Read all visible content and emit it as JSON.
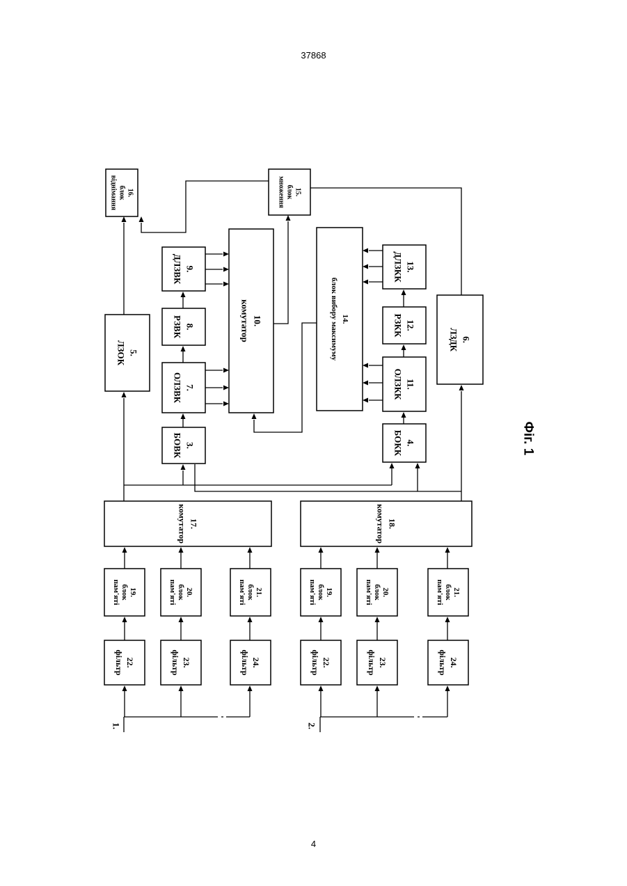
{
  "page_header": "37868",
  "page_footer": "4",
  "figure_caption": "Фіг. 1",
  "inputs": {
    "in1": "1.",
    "in2": "2."
  },
  "blocks": {
    "b16": {
      "num": "16.",
      "lines": [
        "блок",
        "віднімання"
      ]
    },
    "b15": {
      "num": "15.",
      "lines": [
        "блок",
        "множення"
      ]
    },
    "b5": {
      "num": "5.",
      "lines": [
        "ЛЗОК"
      ]
    },
    "b9": {
      "num": "9.",
      "lines": [
        "ДЛЗВК"
      ]
    },
    "b8": {
      "num": "8.",
      "lines": [
        "РЗВК"
      ]
    },
    "b7": {
      "num": "7.",
      "lines": [
        "ОЛЗВК"
      ]
    },
    "b3": {
      "num": "3.",
      "lines": [
        "БОВК"
      ]
    },
    "b10": {
      "num": "10.",
      "lines": [
        "комутатор"
      ]
    },
    "b14": {
      "num": "14.",
      "lines": [
        "блок вибору максимуму"
      ]
    },
    "b13": {
      "num": "13.",
      "lines": [
        "ДЛЗКК"
      ]
    },
    "b12": {
      "num": "12.",
      "lines": [
        "РЗКК"
      ]
    },
    "b11": {
      "num": "11.",
      "lines": [
        "ОЛЗКК"
      ]
    },
    "b4": {
      "num": "4.",
      "lines": [
        "БОКК"
      ]
    },
    "b6": {
      "num": "6.",
      "lines": [
        "ЛЗДК"
      ]
    },
    "b17": {
      "num": "17.",
      "lines": [
        "комутатор"
      ]
    },
    "b18": {
      "num": "18.",
      "lines": [
        "комутатор"
      ]
    },
    "m19a": {
      "num": "19.",
      "lines": [
        "блок",
        "пам'яті"
      ]
    },
    "m20a": {
      "num": "20.",
      "lines": [
        "блок",
        "пам'яті"
      ]
    },
    "m21a": {
      "num": "21.",
      "lines": [
        "блок",
        "пам'яті"
      ]
    },
    "f22a": {
      "num": "22.",
      "lines": [
        "фільтр"
      ]
    },
    "f23a": {
      "num": "23.",
      "lines": [
        "фільтр"
      ]
    },
    "f24a": {
      "num": "24.",
      "lines": [
        "фільтр"
      ]
    },
    "m19b": {
      "num": "19.",
      "lines": [
        "блок",
        "пам'яті"
      ]
    },
    "m20b": {
      "num": "20.",
      "lines": [
        "блок",
        "пам'яті"
      ]
    },
    "m21b": {
      "num": "21.",
      "lines": [
        "блок",
        "пам'яті"
      ]
    },
    "f22b": {
      "num": "22.",
      "lines": [
        "фільтр"
      ]
    },
    "f23b": {
      "num": "23.",
      "lines": [
        "фільтр"
      ]
    },
    "f24b": {
      "num": "24.",
      "lines": [
        "фільтр"
      ]
    }
  }
}
